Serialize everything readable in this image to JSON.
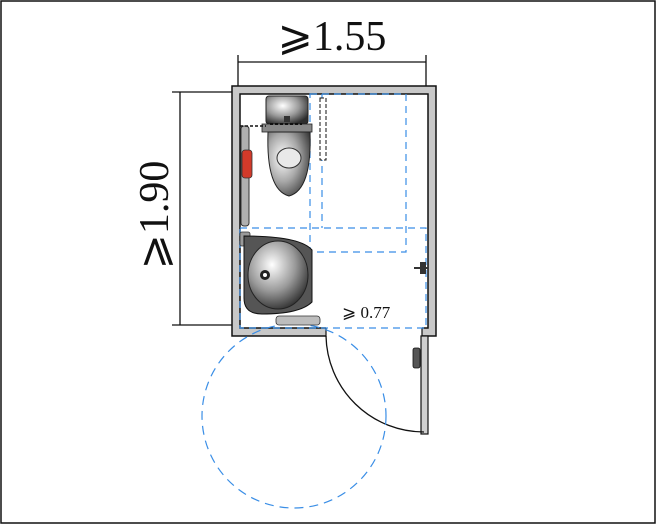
{
  "dimensions": {
    "width_label": "⩾1.55",
    "height_label": "⩾1.90",
    "door_label": "⩾ 0.77"
  },
  "colors": {
    "wall": "#9a9a9a",
    "line": "#111111",
    "dash_blue": "#3a8ee6",
    "fixture_dark": "#4a4a4a",
    "accent_red": "#d23a2a"
  },
  "icons": {
    "toilet": "toilet-icon",
    "washbasin": "washbasin-icon",
    "grab_bar": "grab-bar-icon",
    "door": "door-swing-icon",
    "turning_circle": "turning-circle-icon"
  }
}
